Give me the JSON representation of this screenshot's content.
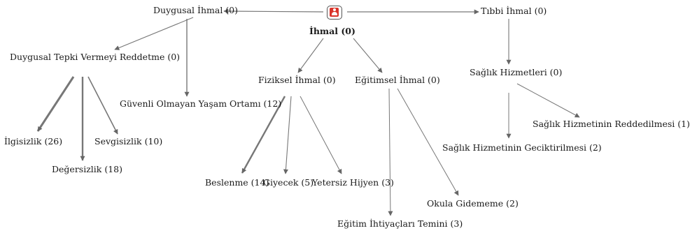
{
  "root": {
    "id": "n0",
    "label": "İhmal (0)"
  },
  "nodes": [
    {
      "id": "n1",
      "label": "Duygusal İhmal (0)"
    },
    {
      "id": "n2",
      "label": "Tıbbi İhmal (0)"
    },
    {
      "id": "n3",
      "label": "Duygusal Tepki Vermeyi Reddetme (0)"
    },
    {
      "id": "n4",
      "label": "Güvenli Olmayan Yaşam Ortamı (12)"
    },
    {
      "id": "n5",
      "label": "Fiziksel İhmal (0)"
    },
    {
      "id": "n6",
      "label": "Eğitimsel İhmal (0)"
    },
    {
      "id": "n7",
      "label": "Sağlık Hizmetleri (0)"
    },
    {
      "id": "n8",
      "label": "İlgisizlik (26)"
    },
    {
      "id": "n9",
      "label": "Değersizlik (18)"
    },
    {
      "id": "n10",
      "label": "Sevgisizlik (10)"
    },
    {
      "id": "n11",
      "label": "Beslenme (14)"
    },
    {
      "id": "n12",
      "label": "Giyecek (5)"
    },
    {
      "id": "n13",
      "label": "Yetersiz Hijyen (3)"
    },
    {
      "id": "n14",
      "label": "Okula Gidememe (2)"
    },
    {
      "id": "n15",
      "label": "Eğitim İhtiyaçları Temini (3)"
    },
    {
      "id": "n16",
      "label": "Sağlık Hizmetinin Reddedilmesi (1)"
    },
    {
      "id": "n17",
      "label": "Sağlık Hizmetinin Geciktirilmesi (2)"
    }
  ],
  "edges": [
    {
      "from": "n0",
      "to": "n1"
    },
    {
      "from": "n0",
      "to": "n2"
    },
    {
      "from": "n0",
      "to": "n5"
    },
    {
      "from": "n0",
      "to": "n6"
    },
    {
      "from": "n1",
      "to": "n3"
    },
    {
      "from": "n1",
      "to": "n4"
    },
    {
      "from": "n2",
      "to": "n7"
    },
    {
      "from": "n3",
      "to": "n8"
    },
    {
      "from": "n3",
      "to": "n9"
    },
    {
      "from": "n3",
      "to": "n10"
    },
    {
      "from": "n5",
      "to": "n11"
    },
    {
      "from": "n5",
      "to": "n12"
    },
    {
      "from": "n5",
      "to": "n13"
    },
    {
      "from": "n6",
      "to": "n14"
    },
    {
      "from": "n6",
      "to": "n15"
    },
    {
      "from": "n7",
      "to": "n16"
    },
    {
      "from": "n7",
      "to": "n17"
    }
  ]
}
